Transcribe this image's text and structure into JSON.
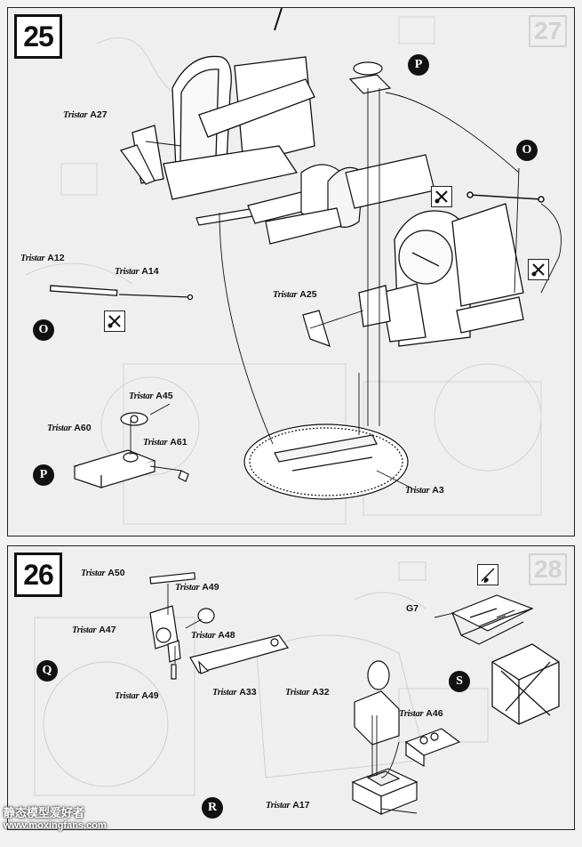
{
  "brand": "Tristar",
  "step25": {
    "number": "25",
    "ghost_number": "27",
    "labels": {
      "a27": "A27",
      "a12": "A12",
      "a14": "A14",
      "a25": "A25",
      "a45": "A45",
      "a60": "A60",
      "a61": "A61",
      "a3": "A3"
    },
    "markers": {
      "p_top": "P",
      "o_right": "O",
      "o_left": "O",
      "p_bottom": "P"
    }
  },
  "step26": {
    "number": "26",
    "ghost_number": "28",
    "labels": {
      "a50": "A50",
      "a49_top": "A49",
      "a47": "A47",
      "a48": "A48",
      "a49_bottom": "A49",
      "a33": "A33",
      "a32": "A32",
      "a46": "A46",
      "a17": "A17",
      "g7": "G7"
    },
    "markers": {
      "q": "Q",
      "r": "R",
      "s": "S"
    }
  },
  "watermark": {
    "line1": "静态模型爱好者",
    "line2": "www.moxingfans.com"
  }
}
